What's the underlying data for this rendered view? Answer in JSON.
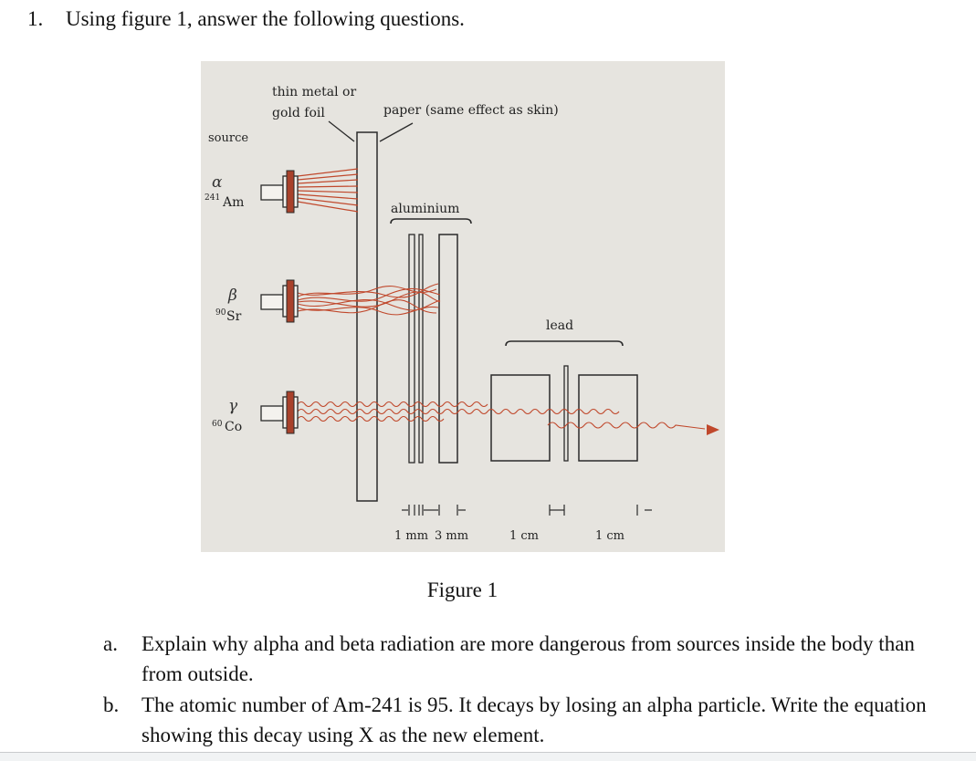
{
  "question": {
    "number": "1.",
    "prompt": "Using figure 1, answer the following questions."
  },
  "figure": {
    "labels": {
      "source": "source",
      "foil_line1": "thin metal or",
      "foil_line2": "gold foil",
      "paper": "paper (same effect as skin)",
      "aluminium": "aluminium",
      "lead": "lead"
    },
    "sources": [
      {
        "symbol": "α",
        "mass": "241",
        "element": "Am"
      },
      {
        "symbol": "β",
        "mass": "90",
        "element": "Sr"
      },
      {
        "symbol": "γ",
        "mass": "60",
        "element": "Co"
      }
    ],
    "dimensions": [
      "1 mm",
      "3 mm",
      "1 cm",
      "1 cm"
    ],
    "colors": {
      "background": "#e6e4df",
      "ray": "#c0482c",
      "source_body": "#a8412b",
      "line": "#2a2a2a"
    },
    "caption": "Figure 1"
  },
  "subquestions": [
    {
      "letter": "a.",
      "text": "Explain why alpha and beta radiation are more dangerous from sources inside the body than from outside."
    },
    {
      "letter": "b.",
      "text": "The atomic number of Am-241 is 95. It decays by losing an alpha particle. Write the equation showing this decay using X as the new element."
    }
  ]
}
